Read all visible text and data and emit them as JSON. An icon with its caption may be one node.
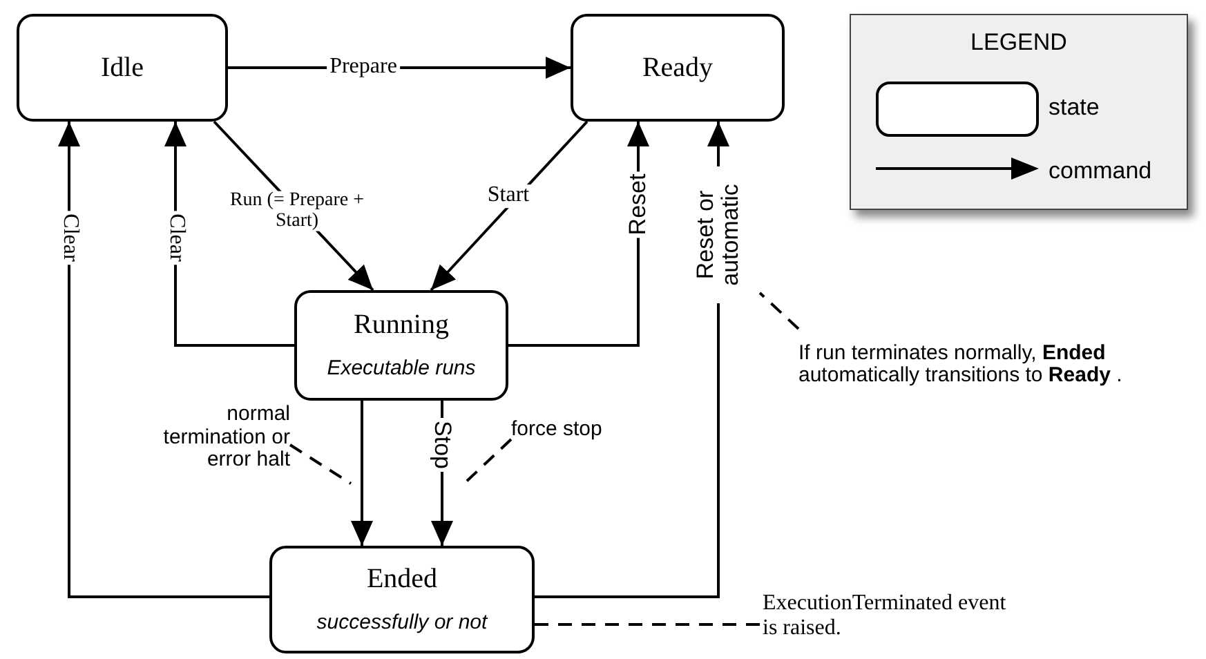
{
  "diagram": {
    "nodes": [
      {
        "text": [
          "Idle"
        ]
      },
      {
        "text": [
          "Ready"
        ]
      },
      {
        "text": [
          "Running",
          "Executable runs"
        ]
      },
      {
        "text": [
          "Ended",
          "successfully or not"
        ]
      },
      {
        "text": [
          "normal termination or error halt"
        ]
      },
      {
        "text": [
          "force stop"
        ]
      },
      {
        "text": [
          "If run terminates normally, **Ended** automatically transitions to **Ready** ."
        ]
      },
      {
        "text": [
          "ExecutionTerminated event is raised."
        ]
      }
    ],
    "edges": [
      {
        "from": 0,
        "to": 1,
        "arrow": "to",
        "label": "Prepare"
      },
      {
        "from": 0,
        "to": 2,
        "arrow": "to",
        "label": "Run (= Prepare + Start)"
      },
      {
        "from": 1,
        "to": 2,
        "arrow": "to",
        "label": "Start"
      },
      {
        "from": 2,
        "to": 0,
        "arrow": "to",
        "label": "Clear"
      },
      {
        "from": 3,
        "to": 0,
        "arrow": "to",
        "label": "Clear"
      },
      {
        "from": 2,
        "to": 1,
        "arrow": "to",
        "label": "Reset"
      },
      {
        "from": 3,
        "to": 1,
        "arrow": "to",
        "label": "Reset or automatic"
      },
      {
        "from": 2,
        "to": 3,
        "arrow": "to"
      },
      {
        "from": 2,
        "to": 3,
        "arrow": "to",
        "label": "Stop"
      },
      {
        "from": 4,
        "to": null,
        "arrow": "none",
        "style": "dashed"
      },
      {
        "from": 5,
        "to": null,
        "arrow": "none",
        "style": "dashed"
      },
      {
        "from": 6,
        "to": null,
        "arrow": "none",
        "style": "dashed"
      },
      {
        "from": 7,
        "to": 3,
        "arrow": "none",
        "style": "dashed"
      }
    ],
    "labels": [
      "LEGEND"
    ],
    "legend": [
      {
        "text": "state"
      },
      {
        "text": "command"
      }
    ]
  }
}
